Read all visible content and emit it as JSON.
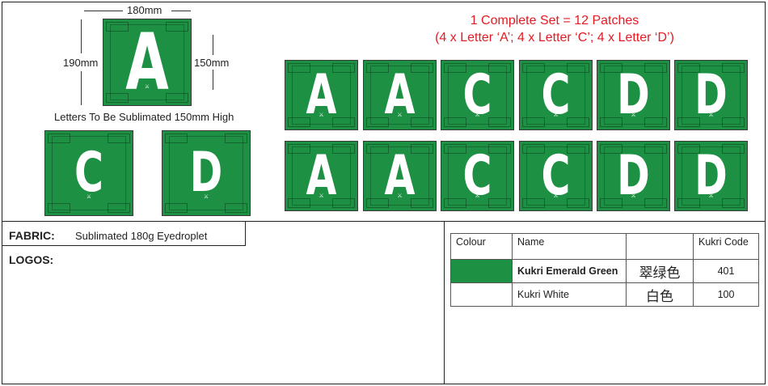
{
  "dimensions": {
    "width_label": "180mm",
    "height_label": "190mm",
    "letter_height_label": "150mm",
    "caption": "Letters To Be Sublimated 150mm High"
  },
  "set_info": {
    "line1": "1 Complete Set = 12 Patches",
    "line2": "(4 x Letter ‘A’;   4 x Letter ‘C’;   4 x Letter ‘D’)"
  },
  "patches": {
    "sample": [
      "A",
      "C",
      "D"
    ],
    "row1": [
      "A",
      "A",
      "C",
      "C",
      "D",
      "D"
    ],
    "row2": [
      "A",
      "A",
      "C",
      "C",
      "D",
      "D"
    ]
  },
  "fabric": {
    "label": "FABRIC:",
    "value": "Sublimated 180g Eyedroplet"
  },
  "logos": {
    "label": "LOGOS:"
  },
  "colour_table": {
    "headers": [
      "Colour",
      "Name",
      "",
      "Kukri Code"
    ],
    "rows": [
      {
        "swatch": "#1e9044",
        "name": "Kukri Emerald Green",
        "chinese": "翠绿色",
        "code": "401"
      },
      {
        "swatch": "#ffffff",
        "name": "Kukri White",
        "chinese": "白色",
        "code": "100"
      }
    ]
  },
  "colors": {
    "patch_green": "#1e9044",
    "title_red": "#e31b23"
  }
}
